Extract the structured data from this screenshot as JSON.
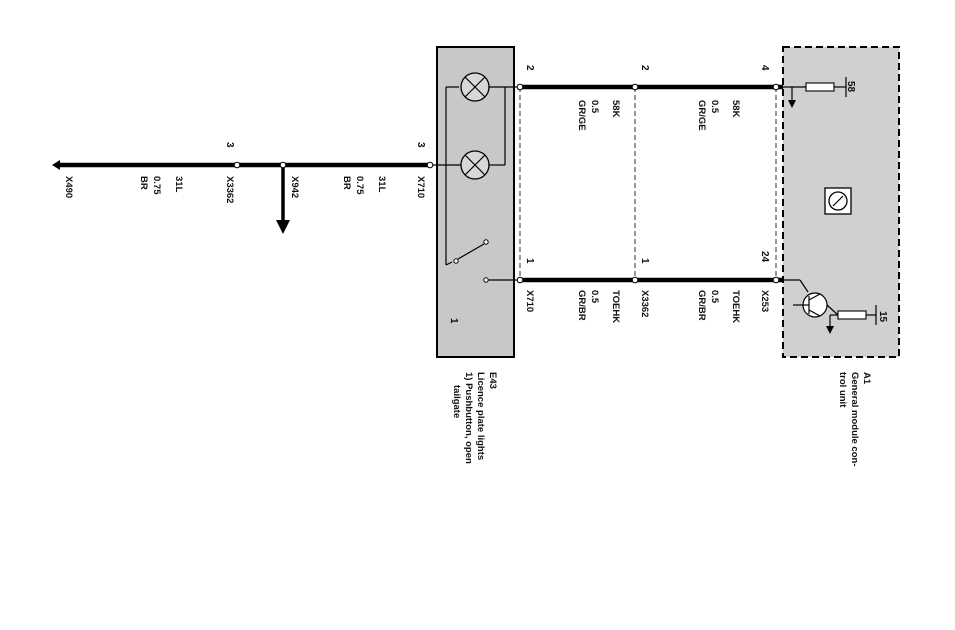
{
  "components": {
    "e43": {
      "id": "E43",
      "desc_line1": "Licence plate lights",
      "desc_line2": "1) Pushbutton, open",
      "desc_line3": "tailgate",
      "inner_label": "1"
    },
    "a1": {
      "id": "A1",
      "desc_line1": "General module con-",
      "desc_line2": "trol unit"
    }
  },
  "connectors": {
    "x490": "X490",
    "x3362_left": "X3362",
    "x942": "X942",
    "x710_left": "X710",
    "x710_bottom": "X710",
    "x3362_bottom": "X3362",
    "x253": "X253"
  },
  "pins": {
    "left_x3362": "3",
    "left_x710": "3",
    "top_x710": "2",
    "top_x3362": "2",
    "top_x253": "4",
    "bot_x710": "1",
    "bot_x3362": "1",
    "bot_x253": "24",
    "a1_58": "58",
    "a1_15": "15"
  },
  "wires": {
    "left_seg1": {
      "signal": "31L",
      "size": "0.75",
      "color": "BR"
    },
    "left_seg2": {
      "signal": "31L",
      "size": "0.75",
      "color": "BR"
    },
    "top_seg1": {
      "signal": "58K",
      "size": "0.5",
      "color": "GR/GE"
    },
    "top_seg2": {
      "signal": "58K",
      "size": "0.5",
      "color": "GR/GE"
    },
    "bot_seg1": {
      "signal": "TOEHK",
      "size": "0.5",
      "color": "GR/BR"
    },
    "bot_seg2": {
      "signal": "TOEHK",
      "size": "0.5",
      "color": "GR/BR"
    }
  }
}
